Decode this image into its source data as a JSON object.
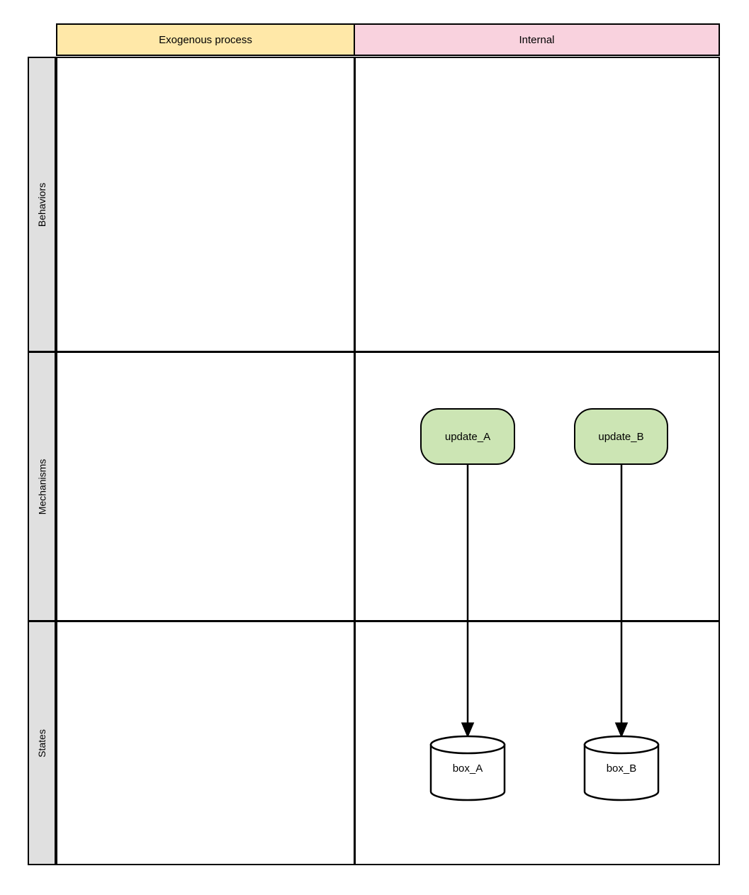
{
  "diagram": {
    "title": "Exogenous / Internal swimlane matrix",
    "colors": {
      "header_exogenous_fill": "#ffe8a8",
      "header_internal_fill": "#f9d2de",
      "row_label_fill": "#e0e0e0",
      "mechanism_node_fill": "#cce5b4",
      "state_node_fill": "#ffffff",
      "stroke": "#000000",
      "background": "#ffffff"
    },
    "columns": [
      {
        "id": "exogenous",
        "label": "Exogenous process"
      },
      {
        "id": "internal",
        "label": "Internal"
      }
    ],
    "rows": [
      {
        "id": "behaviors",
        "label": "Behaviors"
      },
      {
        "id": "mechanisms",
        "label": "Mechanisms"
      },
      {
        "id": "states",
        "label": "States"
      }
    ],
    "nodes": [
      {
        "id": "update_A",
        "label": "update_A",
        "shape": "rounded-rectangle",
        "row": "mechanisms",
        "column": "internal"
      },
      {
        "id": "update_B",
        "label": "update_B",
        "shape": "rounded-rectangle",
        "row": "mechanisms",
        "column": "internal"
      },
      {
        "id": "box_A",
        "label": "box_A",
        "shape": "cylinder",
        "row": "states",
        "column": "internal"
      },
      {
        "id": "box_B",
        "label": "box_B",
        "shape": "cylinder",
        "row": "states",
        "column": "internal"
      }
    ],
    "edges": [
      {
        "id": "update_A-box_A",
        "from": "update_A",
        "to": "box_A",
        "style": "solid",
        "arrowhead": "filled-triangle"
      },
      {
        "id": "update_B-box_B",
        "from": "update_B",
        "to": "box_B",
        "style": "solid",
        "arrowhead": "filled-triangle"
      }
    ],
    "empty_cells": [
      {
        "row": "behaviors",
        "column": "exogenous"
      },
      {
        "row": "behaviors",
        "column": "internal"
      },
      {
        "row": "mechanisms",
        "column": "exogenous"
      },
      {
        "row": "states",
        "column": "exogenous"
      }
    ]
  }
}
